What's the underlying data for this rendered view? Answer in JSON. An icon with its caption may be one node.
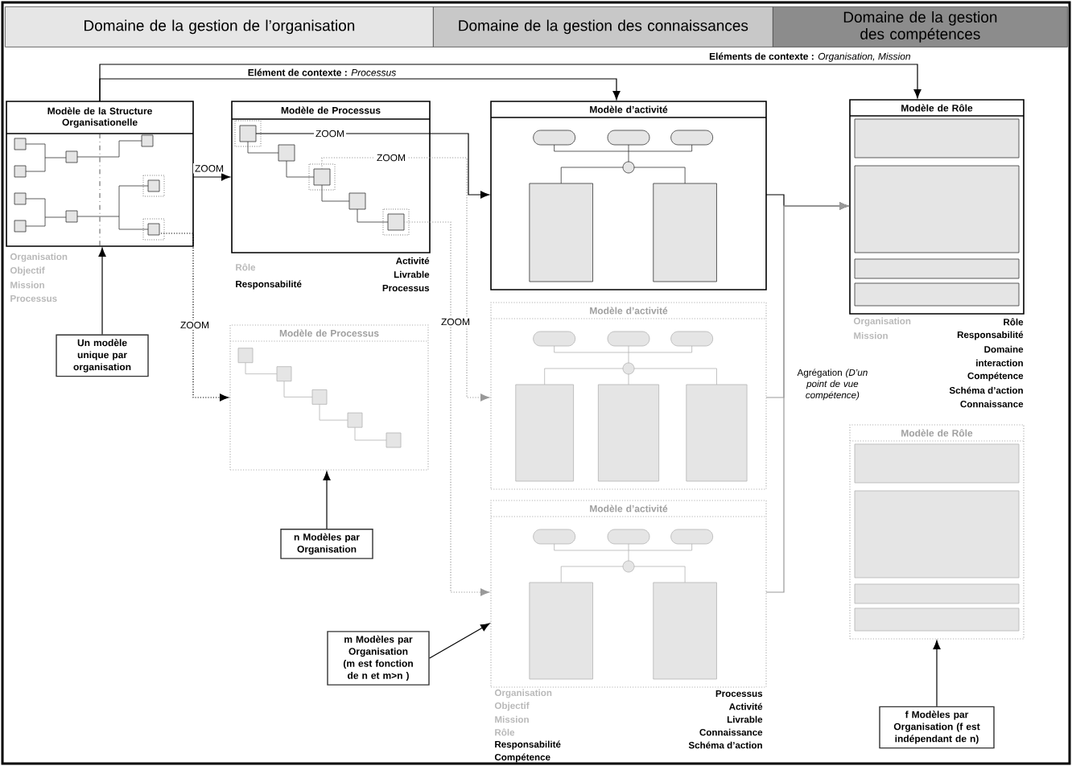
{
  "diagram": {
    "nodes": [
      {
        "text": [
          "Domaine de la gestion de l’organisation"
        ]
      },
      {
        "text": [
          "Domaine de la gestion des connaissances"
        ]
      },
      {
        "text": [
          "Domaine de la gestion des compétences"
        ]
      },
      {
        "text": [
          "Modèle de la Structure Organisationelle"
        ],
        "beside": [
          "Organisation",
          "Objectif",
          "Mission",
          "Processus"
        ]
      },
      {
        "text": [
          "Modèle de Processus"
        ],
        "beside": [
          "Rôle",
          "Responsabilité",
          "Activité",
          "Livrable",
          "Processus"
        ]
      },
      {
        "text": [
          "Modèle d’activité"
        ]
      },
      {
        "text": [
          "Modèle de Rôle"
        ],
        "beside": [
          "Organisation",
          "Mission",
          "Rôle",
          "Responsabilité",
          "Domaine",
          "interaction",
          "Compétence",
          "Schéma d’action",
          "Connaissance"
        ]
      },
      {
        "text": [
          "Un modèle unique par organisation"
        ]
      },
      {
        "text": [
          "Modèle de Processus"
        ]
      },
      {
        "text": [
          "Modèle d’activité"
        ]
      },
      {
        "text": [
          "n Modèles par Organisation"
        ]
      },
      {
        "text": [
          "Modèle d’activité"
        ],
        "beside": [
          "Organisation",
          "Objectif",
          "Mission",
          "Rôle",
          "Responsabilité",
          "Compétence",
          "Processus",
          "Activité",
          "Livrable",
          "Connaissance",
          "Schéma d’action"
        ]
      },
      {
        "text": [
          "m Modèles par Organisation (m est fonction de n et m>n )"
        ]
      },
      {
        "text": [
          "Modèle de Rôle"
        ]
      },
      {
        "text": [
          "f Modèles par Organisation (f est indépendant de n)"
        ]
      }
    ],
    "edges": [
      {
        "from": 3,
        "to": 4,
        "arrow": "to",
        "label": "ZOOM"
      },
      {
        "from": 3,
        "to": 8,
        "arrow": "to",
        "label": "ZOOM",
        "style": "dashed"
      },
      {
        "from": 4,
        "to": 5,
        "arrow": "to",
        "label": "ZOOM"
      },
      {
        "from": 4,
        "to": 9,
        "arrow": "to",
        "label": "ZOOM",
        "style": "dashed",
        "color": "#999999"
      },
      {
        "from": 4,
        "to": 11,
        "arrow": "to",
        "label": "ZOOM",
        "style": "dashed",
        "color": "#999999"
      },
      {
        "from": 3,
        "to": 5,
        "arrow": "to",
        "label": "**Elément de contexte :** *Processus*"
      },
      {
        "from": 3,
        "to": 6,
        "arrow": "to",
        "label": "**Eléments de contexte :** *Organisation, Mission*"
      },
      {
        "from": 5,
        "to": 6,
        "arrow": "to"
      },
      {
        "from": 9,
        "to": 6,
        "arrow": "to",
        "color": "#999999"
      },
      {
        "from": 11,
        "to": 6,
        "arrow": "to",
        "color": "#999999"
      },
      {
        "from": 7,
        "to": 3,
        "arrow": "to"
      },
      {
        "from": 10,
        "to": 8,
        "arrow": "to"
      },
      {
        "from": 12,
        "to": 11,
        "arrow": "to"
      },
      {
        "from": 14,
        "to": 13,
        "arrow": "to"
      }
    ],
    "labels": [
      "Agrégation *(D’un point de vue compétence)*"
    ]
  }
}
